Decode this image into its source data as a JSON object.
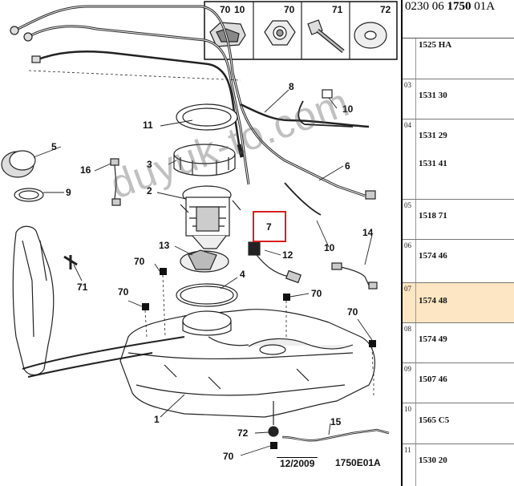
{
  "legend": [
    {
      "num": "10",
      "icon": "clip-icon"
    },
    {
      "num": "70",
      "icon": "hex-nut-icon"
    },
    {
      "num": "71",
      "icon": "bolt-icon"
    },
    {
      "num": "72",
      "icon": "washer-icon"
    }
  ],
  "callouts": {
    "c1": "1",
    "c2": "2",
    "c3": "3",
    "c4": "4",
    "c5": "5",
    "c6": "6",
    "c7": "7",
    "c8": "8",
    "c9": "9",
    "c10a": "10",
    "c10b": "10",
    "c11": "11",
    "c12": "12",
    "c13": "13",
    "c14": "14",
    "c15": "15",
    "c16": "16",
    "c70a": "70",
    "c70b": "70",
    "c70c": "70",
    "c70d": "70",
    "c70e": "70",
    "c70f": "70",
    "c71": "71",
    "c72": "72"
  },
  "watermark": "duyuk-to.com",
  "footer": {
    "date": "12/2009",
    "ref": "1750E01A"
  },
  "panel": {
    "header_pre": "0230 06 ",
    "header_bold": "1750",
    "header_post": " 01A",
    "rows": [
      {
        "idx": "",
        "code": "1525 HA"
      },
      {
        "idx": "03",
        "code": "1531 30"
      },
      {
        "idx": "04",
        "code": "1531 29",
        "code2": "1531 41"
      },
      {
        "idx": "05",
        "code": "1518 71"
      },
      {
        "idx": "06",
        "code": "1574 46"
      },
      {
        "idx": "07",
        "code": "1574 48"
      },
      {
        "idx": "08",
        "code": "1574 49"
      },
      {
        "idx": "09",
        "code": "1507 46"
      },
      {
        "idx": "10",
        "code": "1565 C5"
      },
      {
        "idx": "11",
        "code": "1530 20"
      }
    ],
    "highlight_row": 5
  },
  "colors": {
    "highlight": "#fde6c3",
    "marker": "#d62020"
  }
}
